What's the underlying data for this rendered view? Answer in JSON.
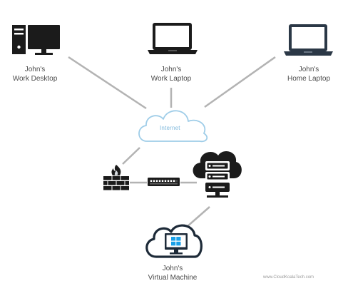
{
  "nodes": {
    "work_desktop": {
      "line1": "John's",
      "line2": "Work Desktop"
    },
    "work_laptop": {
      "line1": "John's",
      "line2": "Work Laptop"
    },
    "home_laptop": {
      "line1": "John's",
      "line2": "Home Laptop"
    },
    "internet": {
      "label": "Internet"
    },
    "virtual_machine": {
      "line1": "John's",
      "line2": "Virtual Machine"
    }
  },
  "watermark": "www.CloudKoalaTech.com",
  "colors": {
    "connector": "#b3b3b3",
    "device": "#1b1b1b",
    "home_laptop": "#2b3846",
    "cloud_outline": "#9fcde8",
    "vm_cloud": "#1d2a38",
    "windows": "#1aa0e8",
    "firewall_flame": "#d8dde2"
  }
}
